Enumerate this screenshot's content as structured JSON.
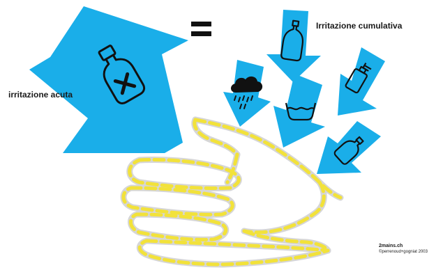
{
  "labels": {
    "acute": "irritazione acuta",
    "cumulative": "Irritazione cumulativa"
  },
  "symbols": {
    "equals": "equals-sign"
  },
  "credit": {
    "site": "2mains.ch",
    "copyright": "©perrenoud+gogniat   2003"
  },
  "colors": {
    "arrow_blue": "#1aaee9",
    "hand_dash_yellow": "#f2e23a",
    "hand_dash_gray": "#d6d6d6",
    "ink": "#111111"
  },
  "icons": {
    "acute": "poison-bottle-x-icon",
    "cumulative": [
      "spray-bottle-icon",
      "rain-cloud-icon",
      "water-basin-icon",
      "pump-bottle-icon",
      "detergent-bottle-icon"
    ]
  }
}
